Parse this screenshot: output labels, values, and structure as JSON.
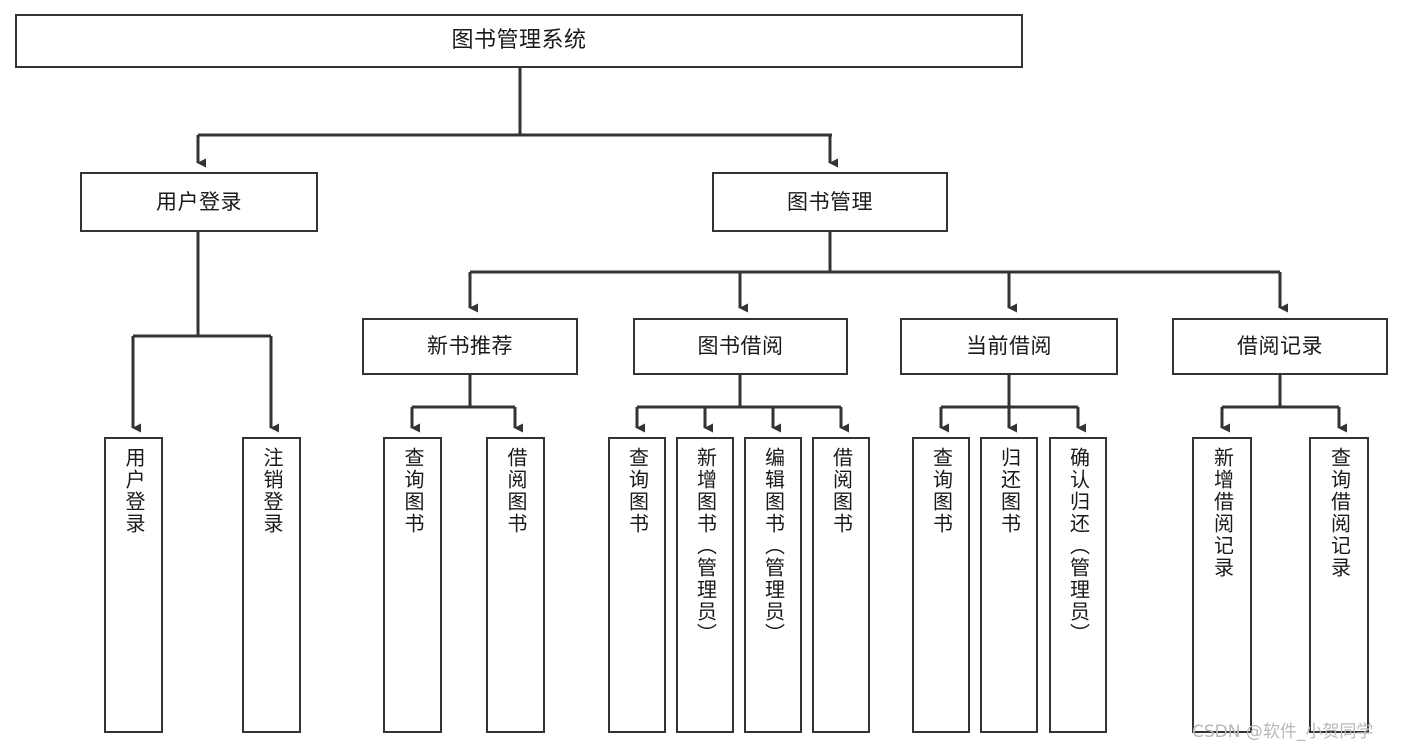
{
  "diagram": {
    "title": "图书管理系统",
    "type": "tree-hierarchy",
    "stroke_color": "#333333",
    "fill_color": "#ffffff",
    "text_color": "#1a1a1a"
  },
  "root": {
    "label": "图书管理系统"
  },
  "level1": [
    {
      "label": "用户登录"
    },
    {
      "label": "图书管理"
    }
  ],
  "level2": [
    {
      "label": "新书推荐"
    },
    {
      "label": "图书借阅"
    },
    {
      "label": "当前借阅"
    },
    {
      "label": "借阅记录"
    }
  ],
  "leaves": {
    "user_login": [
      {
        "label": "用户登录"
      },
      {
        "label": "注销登录"
      }
    ],
    "new_book_recommend": [
      {
        "label": "查询图书"
      },
      {
        "label": "借阅图书"
      }
    ],
    "book_borrow": [
      {
        "label": "查询图书"
      },
      {
        "label": "新增图书（管理员）"
      },
      {
        "label": "编辑图书（管理员）"
      },
      {
        "label": "借阅图书"
      }
    ],
    "current_borrow": [
      {
        "label": "查询图书"
      },
      {
        "label": "归还图书"
      },
      {
        "label": "确认归还（管理员）"
      }
    ],
    "borrow_record": [
      {
        "label": "新增借阅记录"
      },
      {
        "label": "查询借阅记录"
      }
    ]
  },
  "watermark": {
    "text": "CSDN @软件_小贺同学"
  }
}
